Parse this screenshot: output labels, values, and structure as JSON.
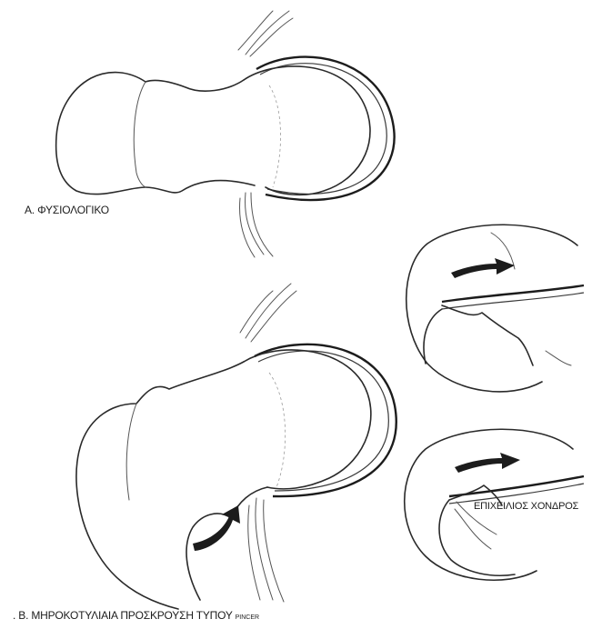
{
  "labels": {
    "panel_a": "Α. ΦΥΣΙΟΛΟΓΙΚΟ",
    "panel_b_main": "Β. ΜΗΡΟΚΟΤΥΛΙΑΙΑ ΠΡΟΣΚΡΟΥΣΗ ΤΥΠΟΥ",
    "panel_b_small": "PINCER",
    "panel_b_marker": ".",
    "labrum": "ΕΠΙΧΕΙΛΙΟΣ ΧΟΝΔΡΟΣ"
  },
  "colors": {
    "ink": "#1c1c1c",
    "background": "#ffffff"
  },
  "figures": [
    "normal-hip-femur",
    "pincer-impingement-femur",
    "detail-inset-upper",
    "detail-inset-lower"
  ],
  "icons": [
    "curved-arrow-icon",
    "curved-arrow-icon",
    "curved-arrow-icon"
  ]
}
